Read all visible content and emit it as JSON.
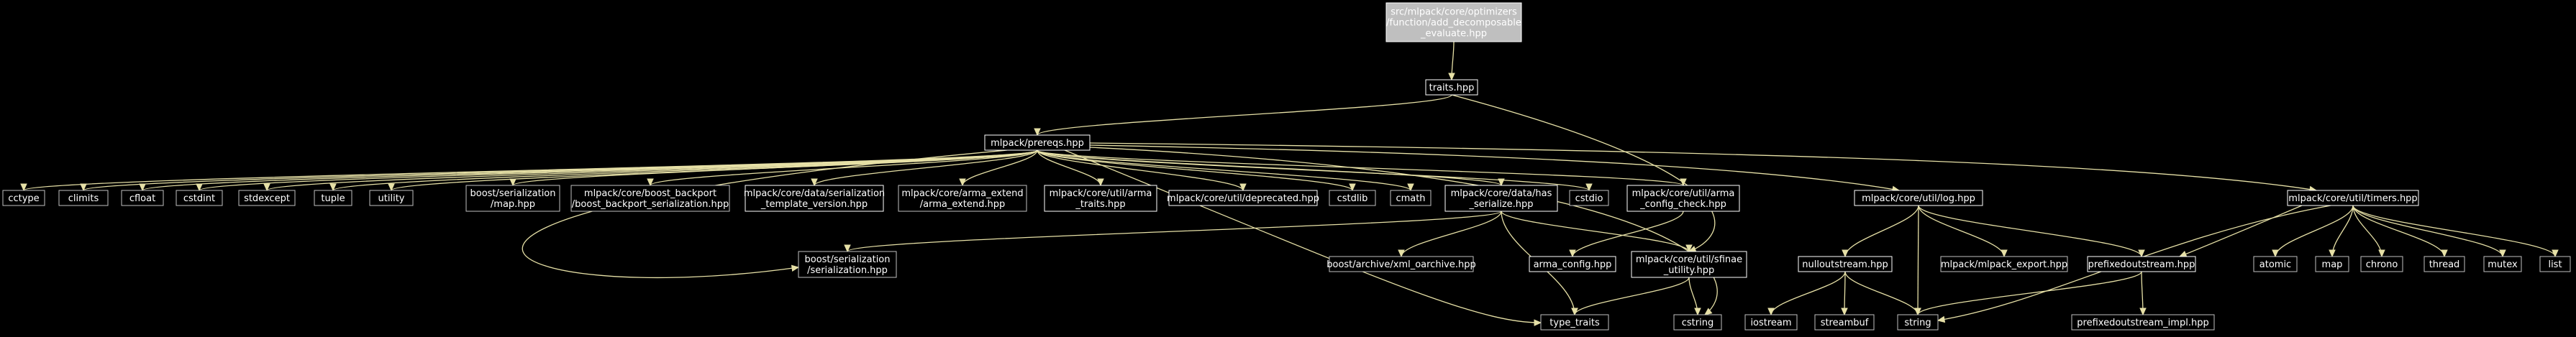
{
  "colors": {
    "background": "#000000",
    "node_border_local": "#ffffff",
    "node_border_external": "#bfbfbf",
    "root_fill": "#bfbfbf",
    "root_text": "#000000",
    "text": "#ffffff",
    "edge": "#e6e0a6"
  },
  "nodes": [
    {
      "id": "root",
      "lines": [
        "src/mlpack/core/optimizers",
        "/function/add_decomposable",
        "_evaluate.hpp"
      ],
      "kind": "root"
    },
    {
      "id": "traits",
      "lines": [
        "traits.hpp"
      ],
      "kind": "local"
    },
    {
      "id": "prereqs",
      "lines": [
        "mlpack/prereqs.hpp"
      ],
      "kind": "local"
    },
    {
      "id": "cctype",
      "lines": [
        "cctype"
      ],
      "kind": "external"
    },
    {
      "id": "climits",
      "lines": [
        "climits"
      ],
      "kind": "external"
    },
    {
      "id": "cfloat",
      "lines": [
        "cfloat"
      ],
      "kind": "external"
    },
    {
      "id": "cstdint",
      "lines": [
        "cstdint"
      ],
      "kind": "external"
    },
    {
      "id": "stdexcept",
      "lines": [
        "stdexcept"
      ],
      "kind": "external"
    },
    {
      "id": "tuple",
      "lines": [
        "tuple"
      ],
      "kind": "external"
    },
    {
      "id": "utility",
      "lines": [
        "utility"
      ],
      "kind": "external"
    },
    {
      "id": "boost_map",
      "lines": [
        "boost/serialization",
        "/map.hpp"
      ],
      "kind": "external"
    },
    {
      "id": "boost_backport",
      "lines": [
        "mlpack/core/boost_backport",
        "/boost_backport_serialization.hpp"
      ],
      "kind": "external"
    },
    {
      "id": "ser_template",
      "lines": [
        "mlpack/core/data/serialization",
        "_template_version.hpp"
      ],
      "kind": "local"
    },
    {
      "id": "arma_extend",
      "lines": [
        "mlpack/core/arma_extend",
        "/arma_extend.hpp"
      ],
      "kind": "external"
    },
    {
      "id": "arma_traits",
      "lines": [
        "mlpack/core/util/arma",
        "_traits.hpp"
      ],
      "kind": "local"
    },
    {
      "id": "deprecated",
      "lines": [
        "mlpack/core/util/deprecated.hpp"
      ],
      "kind": "local"
    },
    {
      "id": "cstdlib",
      "lines": [
        "cstdlib"
      ],
      "kind": "external"
    },
    {
      "id": "cmath",
      "lines": [
        "cmath"
      ],
      "kind": "external"
    },
    {
      "id": "has_serialize",
      "lines": [
        "mlpack/core/data/has",
        "_serialize.hpp"
      ],
      "kind": "local"
    },
    {
      "id": "cstdio",
      "lines": [
        "cstdio"
      ],
      "kind": "external"
    },
    {
      "id": "arma_config_check",
      "lines": [
        "mlpack/core/util/arma",
        "_config_check.hpp"
      ],
      "kind": "local"
    },
    {
      "id": "log",
      "lines": [
        "mlpack/core/util/log.hpp"
      ],
      "kind": "local"
    },
    {
      "id": "timers",
      "lines": [
        "mlpack/core/util/timers.hpp"
      ],
      "kind": "local"
    },
    {
      "id": "boost_serialization",
      "lines": [
        "boost/serialization",
        "/serialization.hpp"
      ],
      "kind": "external"
    },
    {
      "id": "xml_oarchive",
      "lines": [
        "boost/archive/xml_oarchive.hpp"
      ],
      "kind": "external"
    },
    {
      "id": "arma_config",
      "lines": [
        "arma_config.hpp"
      ],
      "kind": "local"
    },
    {
      "id": "sfinae",
      "lines": [
        "mlpack/core/util/sfinae",
        "_utility.hpp"
      ],
      "kind": "local"
    },
    {
      "id": "nulloutstream",
      "lines": [
        "nulloutstream.hpp"
      ],
      "kind": "local"
    },
    {
      "id": "mlpack_export",
      "lines": [
        "mlpack/mlpack_export.hpp"
      ],
      "kind": "external"
    },
    {
      "id": "prefixedoutstream",
      "lines": [
        "prefixedoutstream.hpp"
      ],
      "kind": "local"
    },
    {
      "id": "atomic",
      "lines": [
        "atomic"
      ],
      "kind": "external"
    },
    {
      "id": "map",
      "lines": [
        "map"
      ],
      "kind": "external"
    },
    {
      "id": "chrono",
      "lines": [
        "chrono"
      ],
      "kind": "external"
    },
    {
      "id": "thread",
      "lines": [
        "thread"
      ],
      "kind": "external"
    },
    {
      "id": "mutex",
      "lines": [
        "mutex"
      ],
      "kind": "external"
    },
    {
      "id": "list",
      "lines": [
        "list"
      ],
      "kind": "external"
    },
    {
      "id": "type_traits",
      "lines": [
        "type_traits"
      ],
      "kind": "external"
    },
    {
      "id": "cstring",
      "lines": [
        "cstring"
      ],
      "kind": "external"
    },
    {
      "id": "iostream",
      "lines": [
        "iostream"
      ],
      "kind": "external"
    },
    {
      "id": "streambuf",
      "lines": [
        "streambuf"
      ],
      "kind": "external"
    },
    {
      "id": "string",
      "lines": [
        "string"
      ],
      "kind": "external"
    },
    {
      "id": "prefixedoutstream_impl",
      "lines": [
        "prefixedoutstream_impl.hpp"
      ],
      "kind": "external"
    }
  ],
  "edges": [
    [
      "root",
      "traits"
    ],
    [
      "traits",
      "prereqs"
    ],
    [
      "traits",
      "sfinae"
    ],
    [
      "prereqs",
      "cctype"
    ],
    [
      "prereqs",
      "climits"
    ],
    [
      "prereqs",
      "cfloat"
    ],
    [
      "prereqs",
      "cstdint"
    ],
    [
      "prereqs",
      "stdexcept"
    ],
    [
      "prereqs",
      "tuple"
    ],
    [
      "prereqs",
      "utility"
    ],
    [
      "prereqs",
      "boost_map"
    ],
    [
      "prereqs",
      "boost_backport"
    ],
    [
      "prereqs",
      "ser_template"
    ],
    [
      "prereqs",
      "arma_extend"
    ],
    [
      "prereqs",
      "arma_traits"
    ],
    [
      "prereqs",
      "deprecated"
    ],
    [
      "prereqs",
      "cstdlib"
    ],
    [
      "prereqs",
      "cmath"
    ],
    [
      "prereqs",
      "has_serialize"
    ],
    [
      "prereqs",
      "cstdio"
    ],
    [
      "prereqs",
      "arma_config_check"
    ],
    [
      "prereqs",
      "log"
    ],
    [
      "prereqs",
      "timers"
    ],
    [
      "prereqs",
      "boost_serialization"
    ],
    [
      "prereqs",
      "type_traits"
    ],
    [
      "prereqs",
      "cstring"
    ],
    [
      "has_serialize",
      "boost_serialization"
    ],
    [
      "has_serialize",
      "xml_oarchive"
    ],
    [
      "has_serialize",
      "sfinae"
    ],
    [
      "has_serialize",
      "type_traits"
    ],
    [
      "arma_config_check",
      "arma_config"
    ],
    [
      "sfinae",
      "type_traits"
    ],
    [
      "sfinae",
      "cstring"
    ],
    [
      "log",
      "nulloutstream"
    ],
    [
      "log",
      "mlpack_export"
    ],
    [
      "log",
      "prefixedoutstream"
    ],
    [
      "log",
      "string"
    ],
    [
      "nulloutstream",
      "iostream"
    ],
    [
      "nulloutstream",
      "streambuf"
    ],
    [
      "nulloutstream",
      "string"
    ],
    [
      "prefixedoutstream",
      "string"
    ],
    [
      "prefixedoutstream",
      "prefixedoutstream_impl"
    ],
    [
      "timers",
      "atomic"
    ],
    [
      "timers",
      "map"
    ],
    [
      "timers",
      "chrono"
    ],
    [
      "timers",
      "thread"
    ],
    [
      "timers",
      "mutex"
    ],
    [
      "timers",
      "list"
    ],
    [
      "timers",
      "string"
    ],
    [
      "timers",
      "prefixedoutstream"
    ]
  ]
}
